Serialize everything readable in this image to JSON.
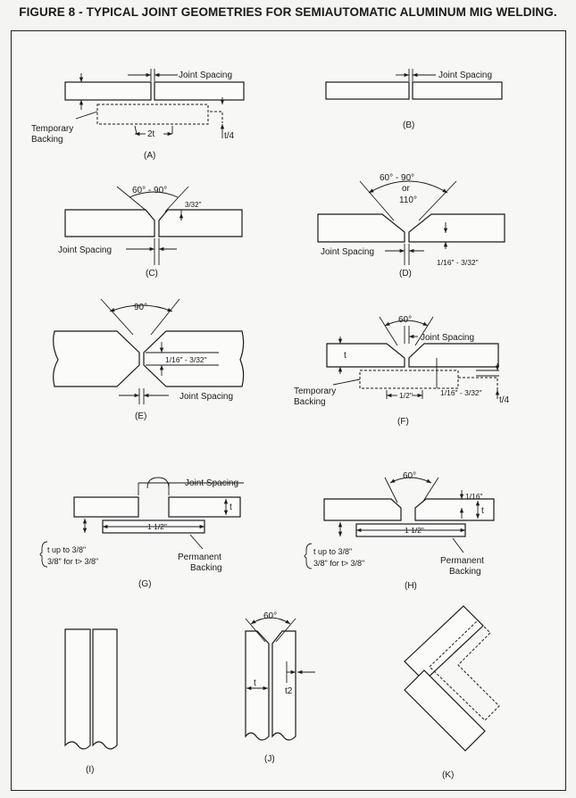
{
  "title": "FIGURE 8 - TYPICAL JOINT GEOMETRIES FOR SEMIAUTOMATIC ALUMINUM MIG WELDING.",
  "labels": {
    "a": "(A)",
    "b": "(B)",
    "c": "(C)",
    "d": "(D)",
    "e": "(E)",
    "f": "(F)",
    "g": "(G)",
    "h": "(H)",
    "i": "(I)",
    "j": "(J)",
    "k": "(K)"
  },
  "text": {
    "joint_spacing": "Joint Spacing",
    "temporary": "Temporary",
    "backing": "Backing",
    "permanent": "Permanent",
    "t": "t",
    "t4": "t/4",
    "two_t": "2t",
    "t2": "t2",
    "a_ang_c": "60° - 90°",
    "d_ang_1": "60° - 90°",
    "d_ang_2": "or",
    "d_ang_3": "110°",
    "e_ang": "90°",
    "f_ang": "60°",
    "h_ang": "60°",
    "j_ang": "60°",
    "c_dim": "3/32\"",
    "d_dim": "1/16\" - 3/32\"",
    "e_dim": "1/16\" - 3/32\"",
    "f_dim1": "1/2\"",
    "f_dim2": "1/16\" - 3/32\"",
    "g_dim": "1 1/2\"",
    "g_t1": "t up to 3/8\"",
    "g_t2": "3/8\" for t> 3/8\"",
    "h_dim": "1 1/2\"",
    "h_top": "1/16\"",
    "h_t1": "t up to 3/8\"",
    "h_t2": "3/8\" for t> 3/8\""
  }
}
